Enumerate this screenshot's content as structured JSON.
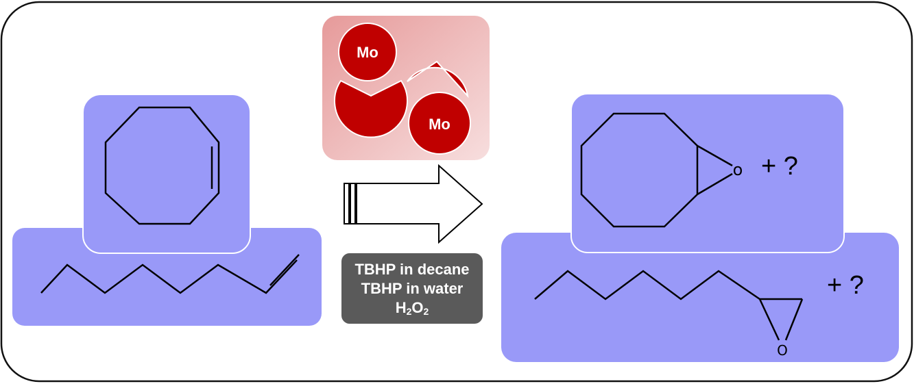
{
  "catalyst": {
    "metal_label_1": "Mo",
    "metal_label_2": "Mo"
  },
  "conditions": {
    "line1": "TBHP in decane",
    "line2": "TBHP in water",
    "h2o2_H": "H",
    "h2o2_sub1": "2",
    "h2o2_O": "O",
    "h2o2_sub2": "2"
  },
  "products": {
    "epoxide_oxygen_1": "o",
    "epoxide_oxygen_2": "O",
    "unknown_product_1": "+ ?",
    "unknown_product_2": "+ ?"
  },
  "colors": {
    "substrate_box": "#9999f8",
    "catalyst_red": "#c00000",
    "catalyst_bg": "#eaa8a8",
    "conditions_box": "#5a5a5a"
  }
}
